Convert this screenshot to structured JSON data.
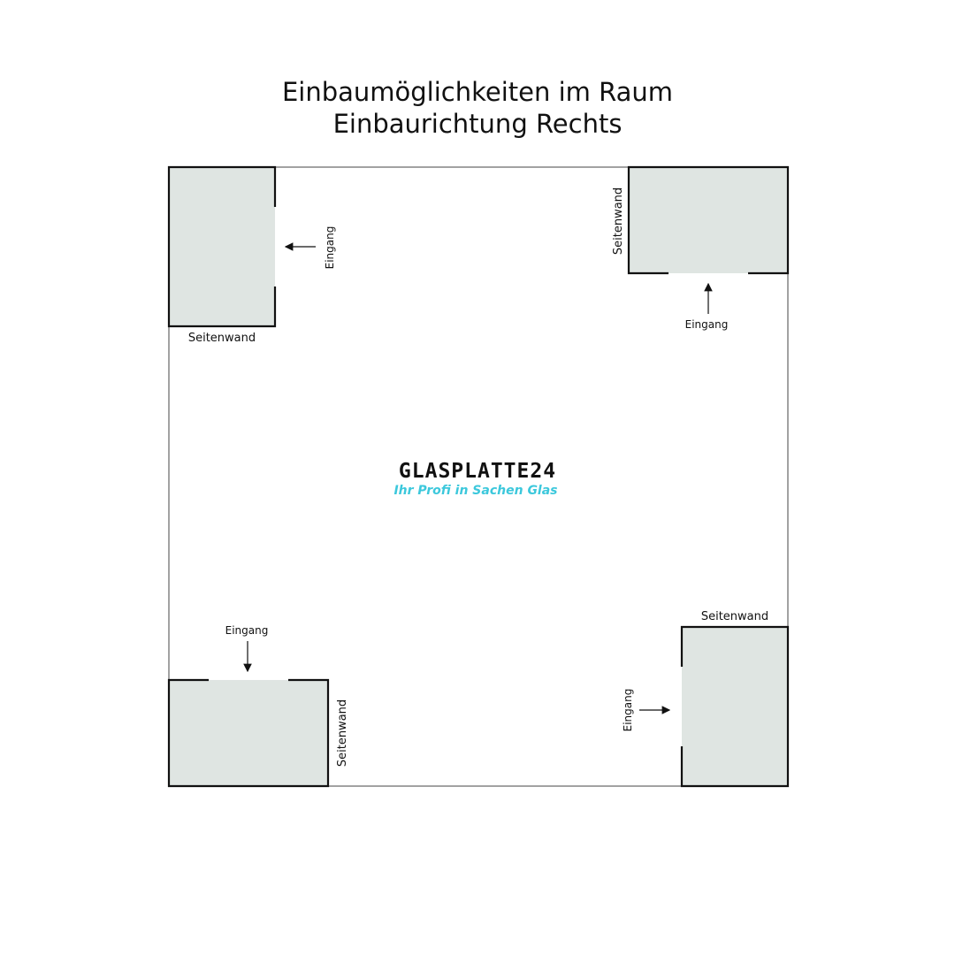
{
  "title": {
    "line1": "Einbaumöglichkeiten im Raum",
    "line2": "Einbaurichtung Rechts"
  },
  "labels": {
    "entrance": "Eingang",
    "side_wall": "Seitenwand"
  },
  "logo": {
    "name": "GLASPLATTE24",
    "slogan": "Ihr Profi in Sachen Glas"
  },
  "colors": {
    "box_fill": "#dfe5e2",
    "slogan": "#3cc8dc"
  }
}
